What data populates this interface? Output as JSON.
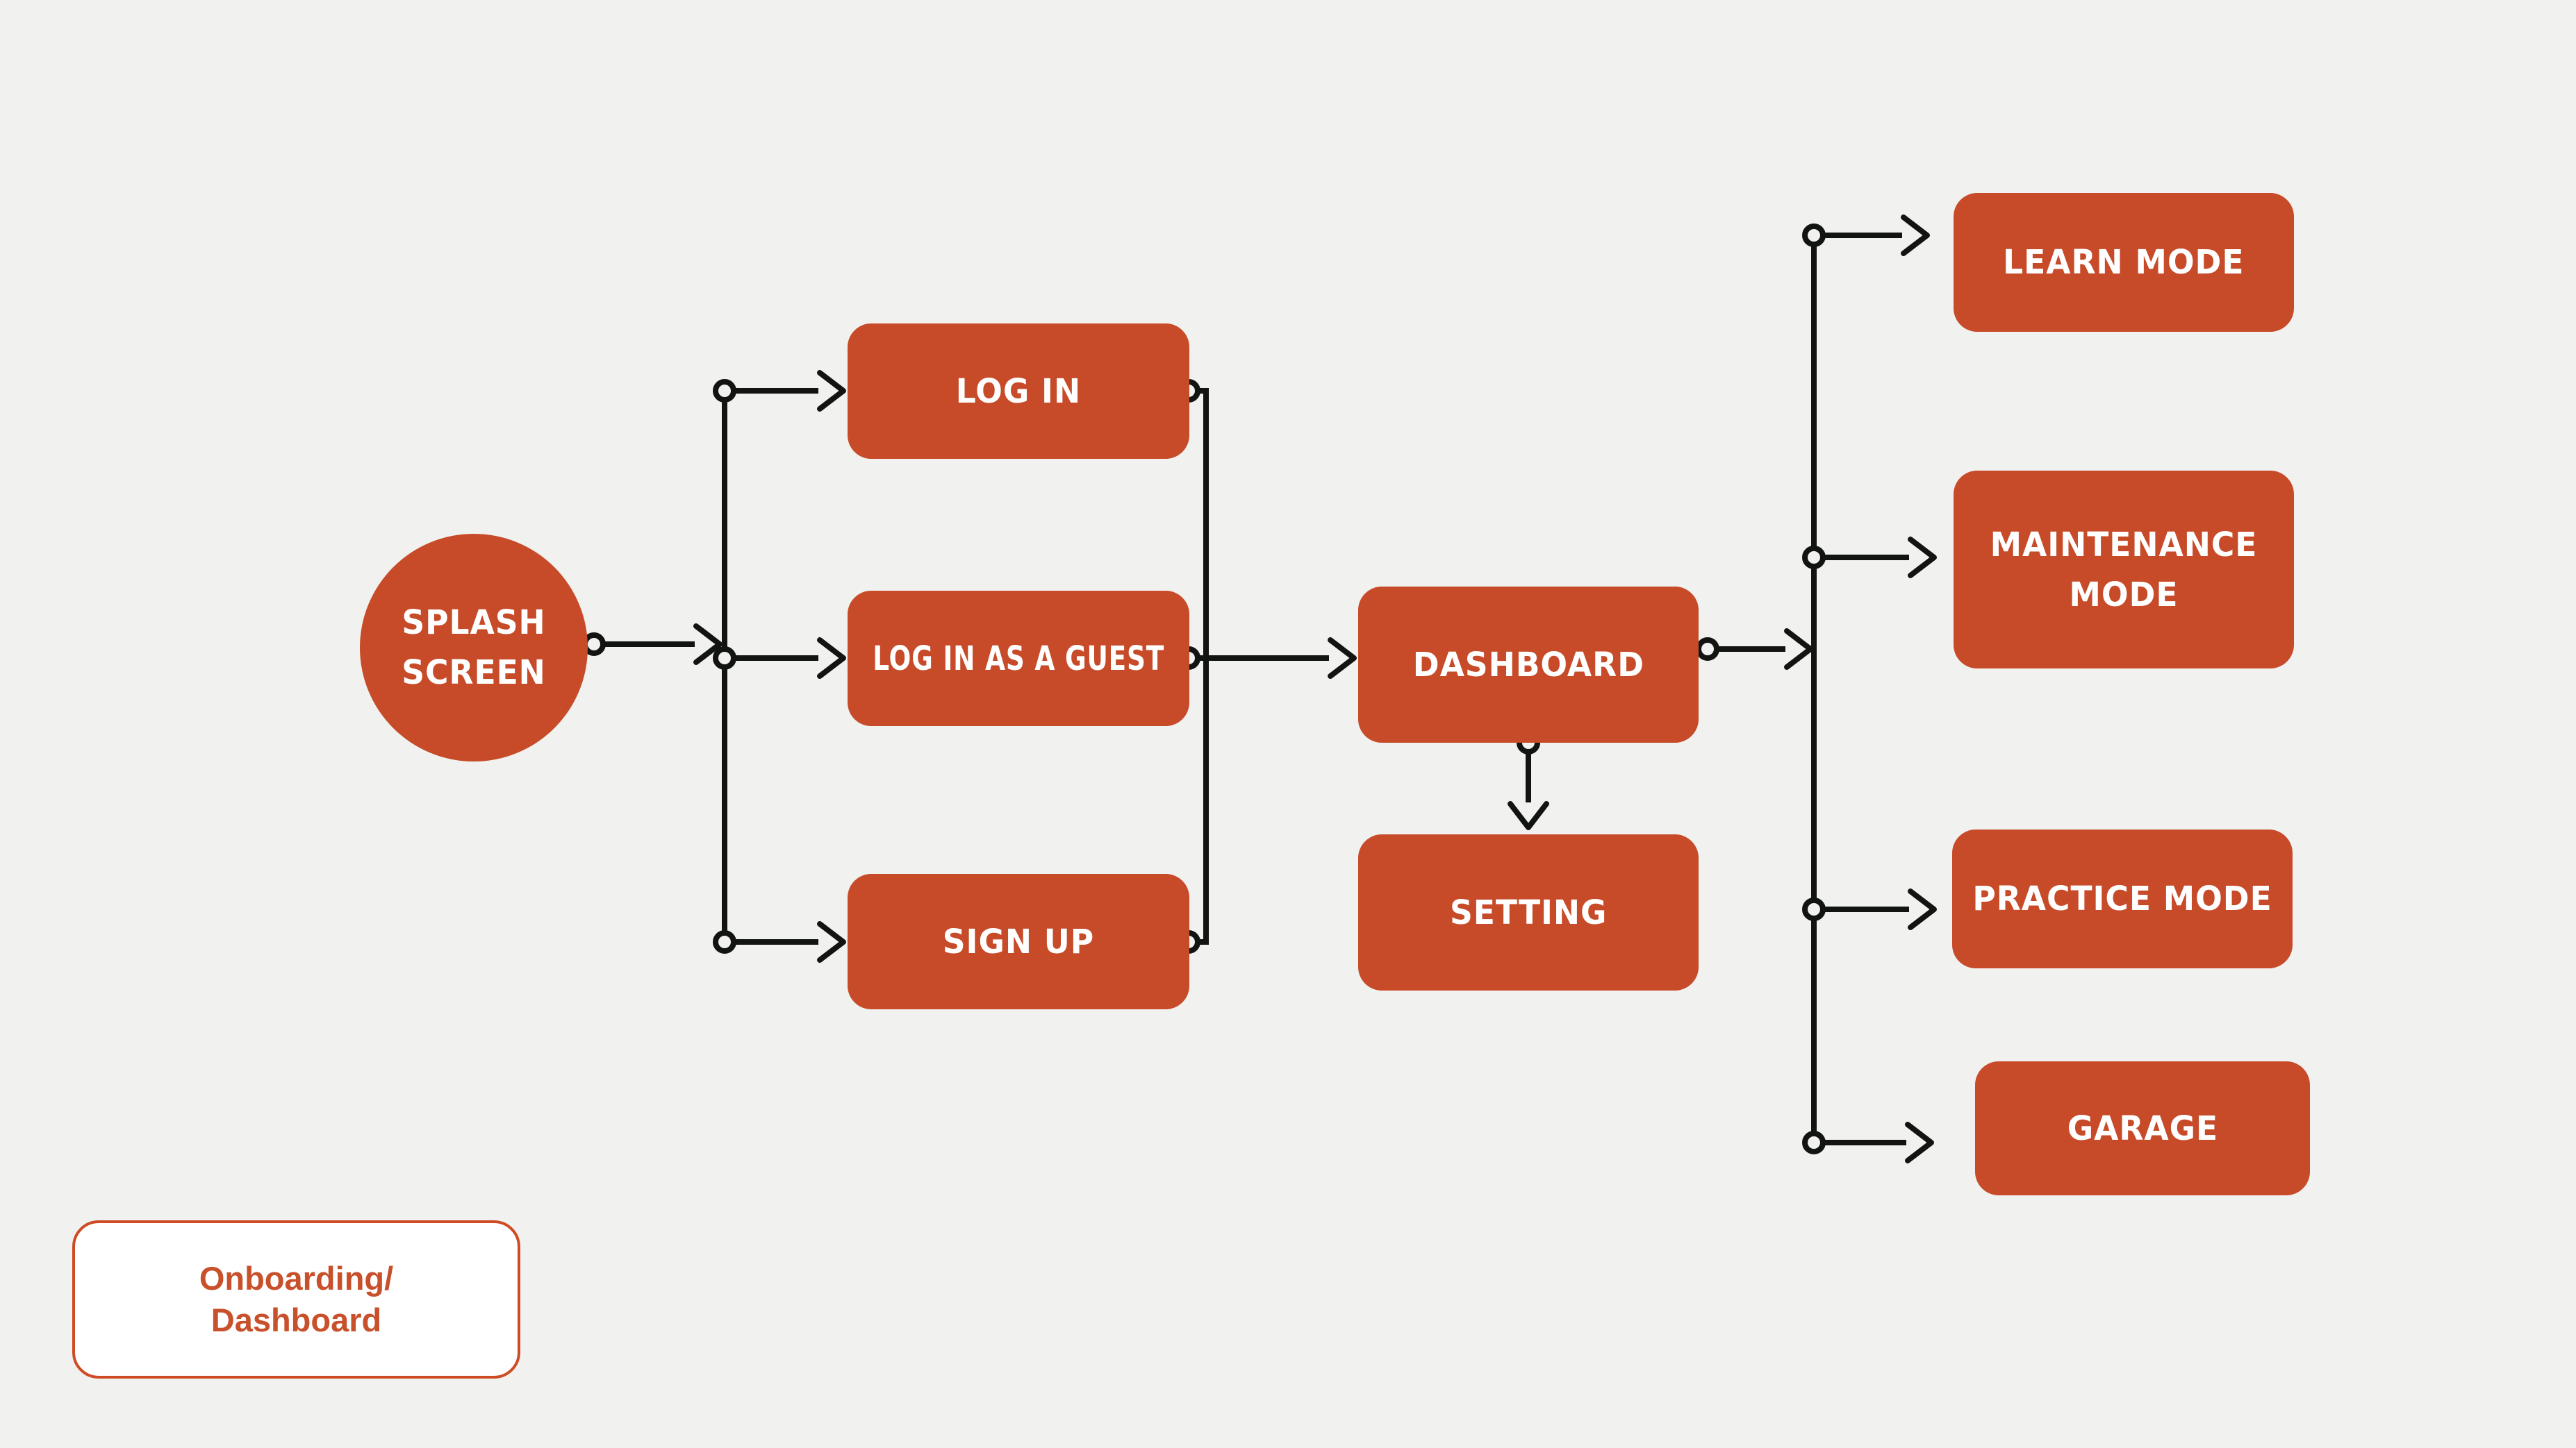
{
  "canvas": {
    "background_color": "#F1F1EF",
    "node_color": "#C74B29",
    "node_text_color": "#FFFFFF",
    "connector_color": "#121412",
    "legend_accent_color": "#CE4B24"
  },
  "nodes": {
    "splash": {
      "label": "SPLASH SCREEN",
      "shape": "circle"
    },
    "login": {
      "label": "LOG IN",
      "shape": "rounded-rect"
    },
    "guest": {
      "label": "LOG IN AS A GUEST",
      "shape": "rounded-rect"
    },
    "signup": {
      "label": "SIGN UP",
      "shape": "rounded-rect"
    },
    "dashboard": {
      "label": "DASHBOARD",
      "shape": "rounded-rect"
    },
    "setting": {
      "label": "SETTING",
      "shape": "rounded-rect"
    },
    "learn": {
      "label": "LEARN MODE",
      "shape": "rounded-rect"
    },
    "maintenance": {
      "label": "MAINTENANCE MODE",
      "shape": "rounded-rect"
    },
    "practice": {
      "label": "PRACTICE MODE",
      "shape": "rounded-rect"
    },
    "garage": {
      "label": "GARAGE",
      "shape": "rounded-rect"
    }
  },
  "edges": [
    {
      "from": "splash",
      "to": "login"
    },
    {
      "from": "splash",
      "to": "guest"
    },
    {
      "from": "splash",
      "to": "signup"
    },
    {
      "from": "login",
      "to": "dashboard"
    },
    {
      "from": "guest",
      "to": "dashboard"
    },
    {
      "from": "signup",
      "to": "dashboard"
    },
    {
      "from": "dashboard",
      "to": "setting"
    },
    {
      "from": "dashboard",
      "to": "learn"
    },
    {
      "from": "dashboard",
      "to": "maintenance"
    },
    {
      "from": "dashboard",
      "to": "practice"
    },
    {
      "from": "dashboard",
      "to": "garage"
    }
  ],
  "legend": {
    "line1": "Onboarding/",
    "line2": "Dashboard"
  }
}
